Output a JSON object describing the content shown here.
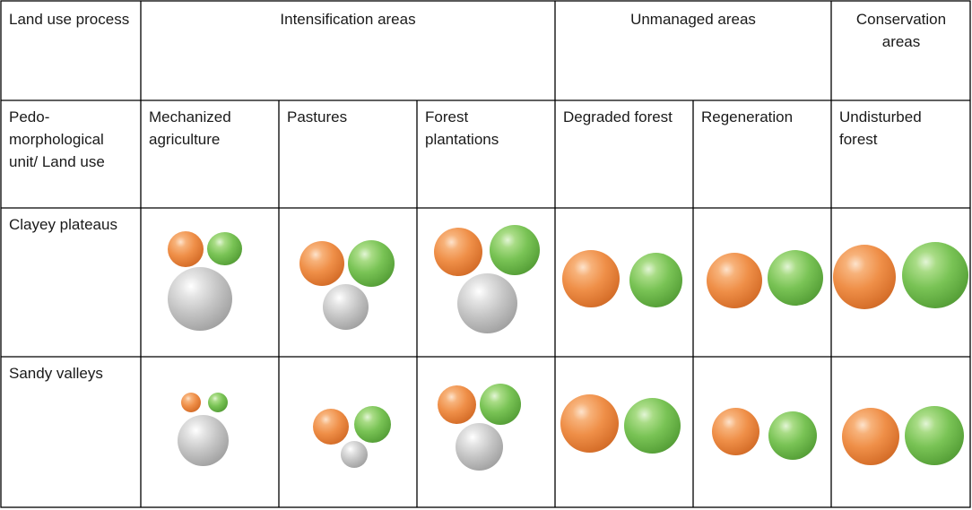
{
  "table": {
    "header_row1": {
      "process_label": "Land use process",
      "intensification": "Intensification areas",
      "unmanaged": "Unmanaged areas",
      "conservation": "Conservation areas"
    },
    "header_row2": {
      "unit_label": "Pedo-morphological unit/ Land use",
      "land_uses": [
        "Mechanized agriculture",
        "Pastures",
        "Forest plantations",
        "Degraded forest",
        "Regeneration",
        "Undisturbed forest"
      ]
    },
    "rows": [
      {
        "label": "Clayey plateaus"
      },
      {
        "label": "Sandy valleys"
      }
    ]
  },
  "sphere_colors": {
    "orange": "#ef8f48",
    "green": "#79c355",
    "gray": "#c4c4c4"
  }
}
